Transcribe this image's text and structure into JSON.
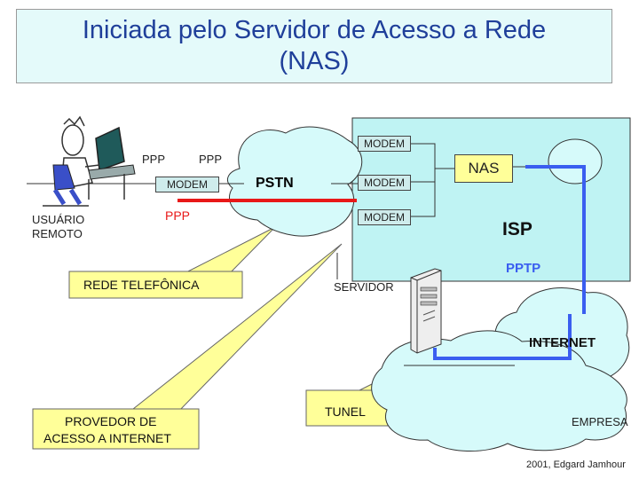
{
  "title": {
    "line1": "Iniciada pelo Servidor de Acesso a Rede",
    "line2": "(NAS)"
  },
  "remote_user": {
    "label_line1": "USUÁRIO",
    "label_line2": "REMOTO",
    "modem": "MODEM"
  },
  "links": {
    "ppp_left": "PPP",
    "ppp_right": "PPP",
    "ppp_red": "PPP",
    "pptp": "PPTP"
  },
  "clouds": {
    "pstn": "PSTN",
    "internet": "INTERNET",
    "empresa": "EMPRESA"
  },
  "isp": {
    "label": "ISP",
    "modems": [
      "MODEM",
      "MODEM",
      "MODEM"
    ],
    "nas": "NAS"
  },
  "server": {
    "label": "SERVIDOR"
  },
  "callouts": {
    "rede_telefonica": "REDE TELEFÔNICA",
    "tunel": "TUNEL",
    "provedor_line1": "PROVEDOR DE",
    "provedor_line2": "ACESSO A INTERNET"
  },
  "footer": "2001, Edgard Jamhour",
  "colors": {
    "title_text": "#1f3f9a",
    "isp_box": "#bff3f3",
    "callout": "#ffff99",
    "ppp_red": "#e81818",
    "pptp_blue": "#3a5ef0",
    "cloud": "#d6fafa"
  }
}
